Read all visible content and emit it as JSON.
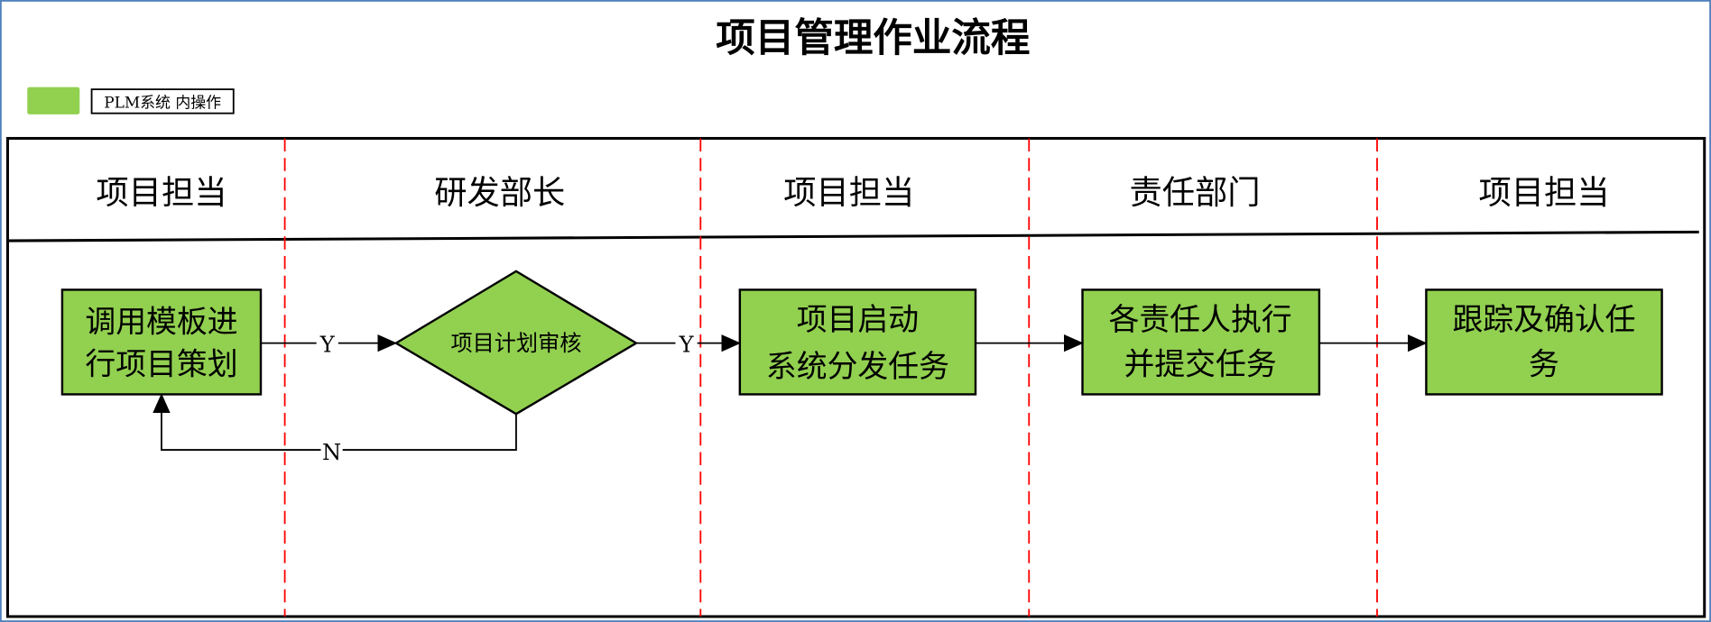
{
  "title": "项目管理作业流程",
  "legend": {
    "label": "PLM系统 内操作",
    "color": "#92d050"
  },
  "lanes": [
    "项目担当",
    "研发部长",
    "项目担当",
    "责任部门",
    "项目担当"
  ],
  "nodes": {
    "n1": [
      "调用模板进",
      "行项目策划"
    ],
    "decision": "项目计划审核",
    "n3": [
      "项目启动",
      "系统分发任务"
    ],
    "n4": [
      "各责任人执行",
      "并提交任务"
    ],
    "n5": [
      "跟踪及确认任",
      "务"
    ]
  },
  "edges": {
    "yes1": "Y",
    "yes2": "Y",
    "no": "N"
  },
  "colors": {
    "node_fill": "#92d050",
    "divider": "#ff0000",
    "frame": "#4f81bd"
  }
}
